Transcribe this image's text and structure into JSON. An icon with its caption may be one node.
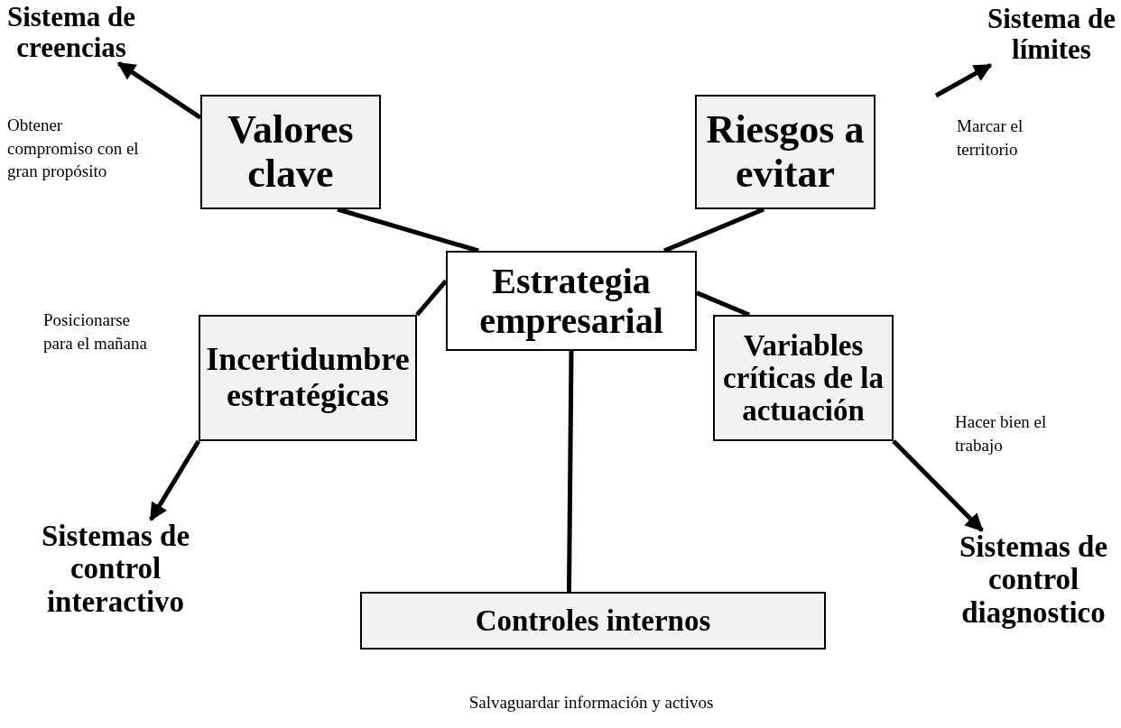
{
  "diagram": {
    "nodes": [
      {
        "text": [
          "Estrategia empresarial"
        ]
      },
      {
        "text": [
          "Valores clave"
        ],
        "beside": [
          "Obtener compromiso con el gran propósito"
        ]
      },
      {
        "text": [
          "Riesgos a evitar"
        ]
      },
      {
        "text": [
          "Incertidumbre estratégicas"
        ],
        "beside": [
          "Posicionarse para el mañana"
        ]
      },
      {
        "text": [
          "Variables críticas de la actuación"
        ]
      },
      {
        "text": [
          "Controles internos"
        ],
        "beside": [
          "Salvaguardar información y activos"
        ]
      },
      {
        "text": [
          "Sistema de creencias"
        ]
      },
      {
        "text": [
          "Sistema de límites"
        ]
      },
      {
        "text": [
          "Sistemas de control interactivo"
        ]
      },
      {
        "text": [
          "Sistemas de control diagnostico"
        ]
      }
    ],
    "edges": [
      {
        "from": 0,
        "to": 1,
        "arrow": "none"
      },
      {
        "from": 0,
        "to": 2,
        "arrow": "none"
      },
      {
        "from": 0,
        "to": 3,
        "arrow": "none"
      },
      {
        "from": 0,
        "to": 4,
        "arrow": "none"
      },
      {
        "from": 0,
        "to": 5,
        "arrow": "none"
      },
      {
        "from": 1,
        "to": 6,
        "arrow": "to"
      },
      {
        "from": null,
        "to": 7,
        "arrow": "to"
      },
      {
        "from": 3,
        "to": 8,
        "arrow": "to"
      },
      {
        "from": 4,
        "to": 9,
        "arrow": "to"
      }
    ],
    "labels": [
      "Marcar el territorio",
      "Hacer bien el trabajo"
    ]
  }
}
